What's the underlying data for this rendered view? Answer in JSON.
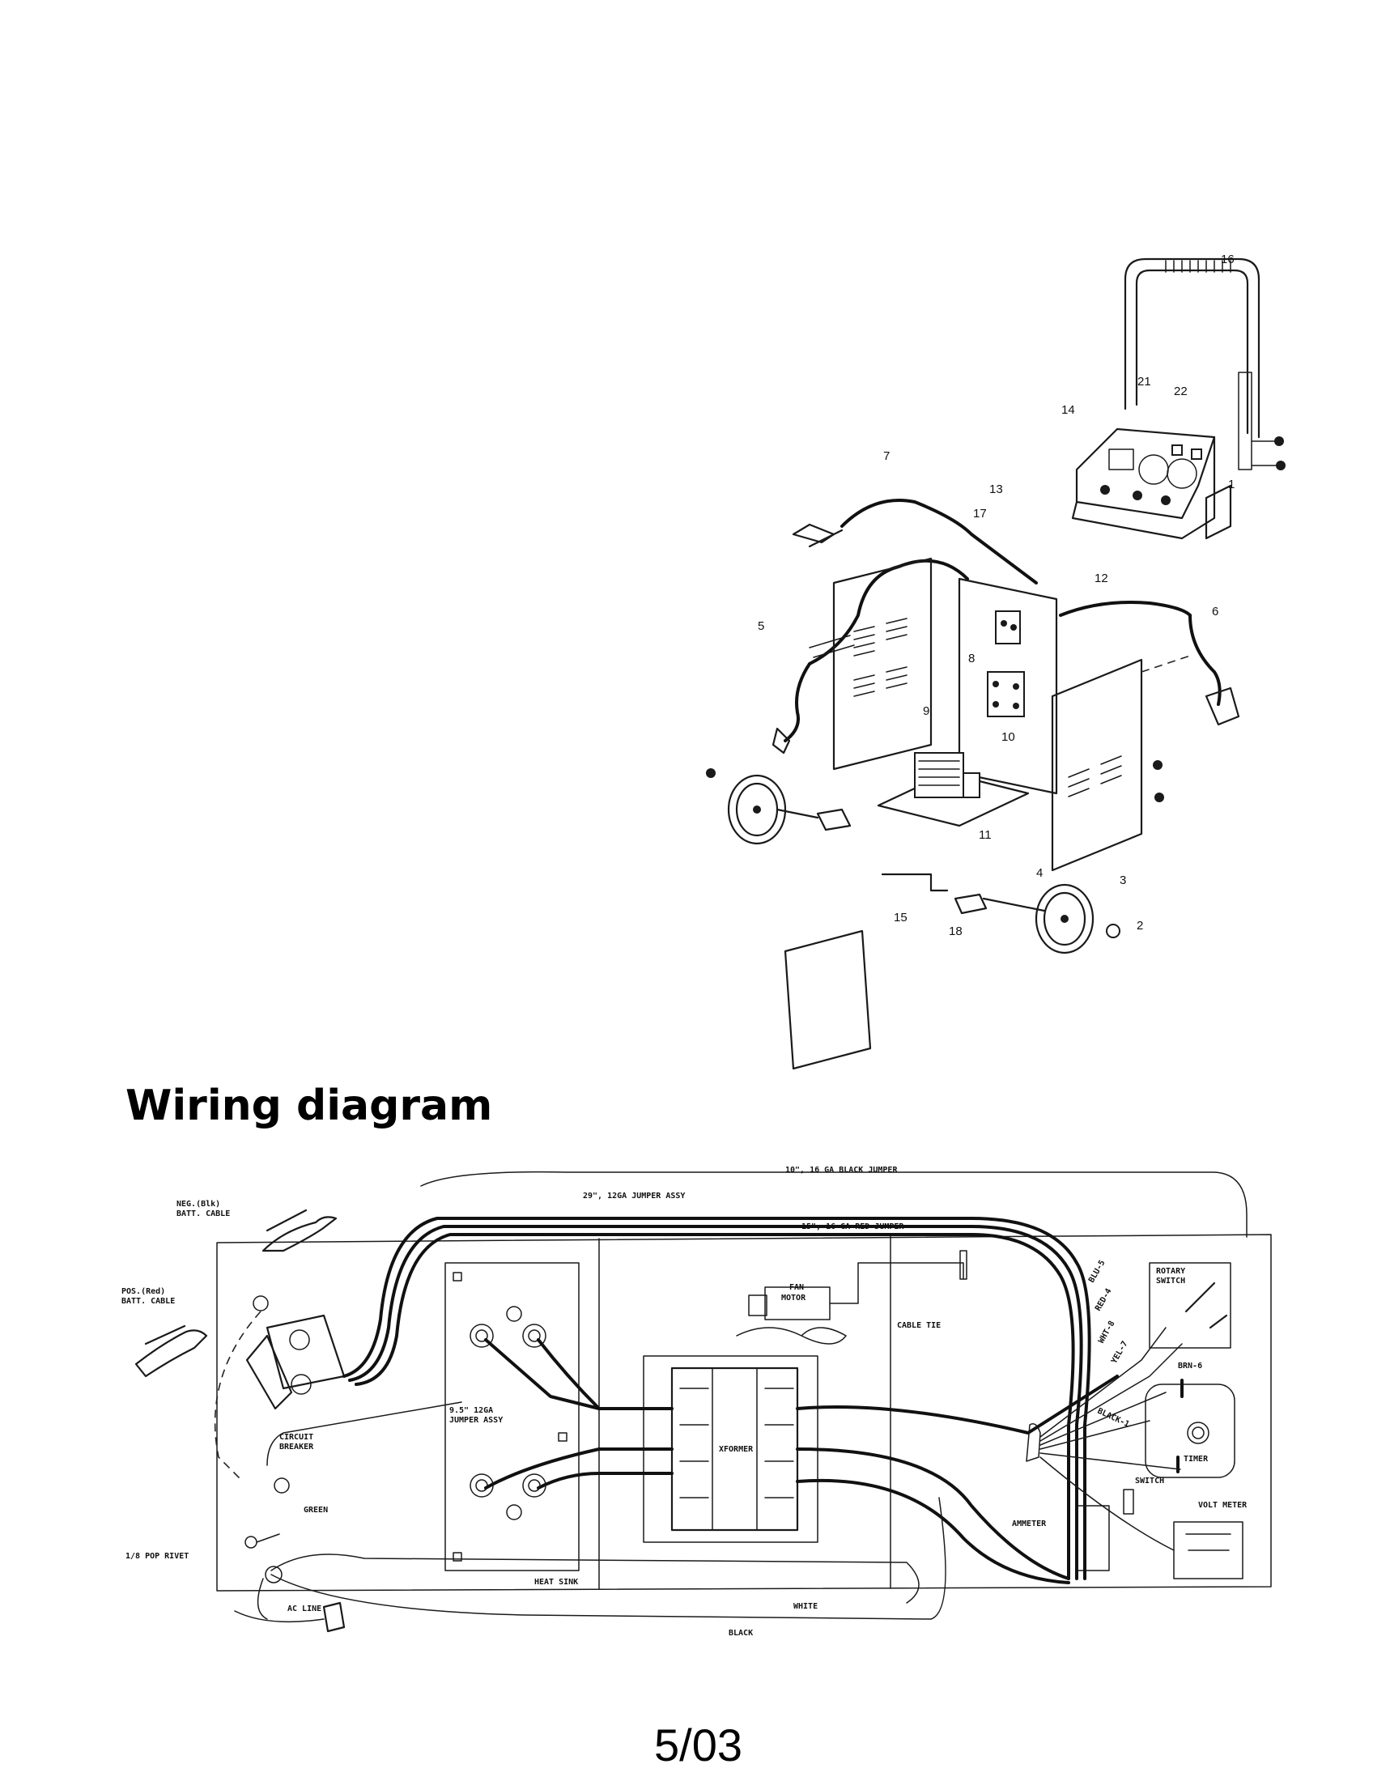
{
  "exploded_view": {
    "callouts": [
      {
        "id": "c1",
        "text": "1"
      },
      {
        "id": "c2",
        "text": "2"
      },
      {
        "id": "c3",
        "text": "3"
      },
      {
        "id": "c4",
        "text": "4"
      },
      {
        "id": "c5",
        "text": "5"
      },
      {
        "id": "c6",
        "text": "6"
      },
      {
        "id": "c7",
        "text": "7"
      },
      {
        "id": "c8",
        "text": "8"
      },
      {
        "id": "c9",
        "text": "9"
      },
      {
        "id": "c10",
        "text": "10"
      },
      {
        "id": "c11",
        "text": "11"
      },
      {
        "id": "c12",
        "text": "12"
      },
      {
        "id": "c13",
        "text": "13"
      },
      {
        "id": "c14",
        "text": "14"
      },
      {
        "id": "c15",
        "text": "15"
      },
      {
        "id": "c16",
        "text": "16"
      },
      {
        "id": "c17",
        "text": "17"
      },
      {
        "id": "c18",
        "text": "18"
      },
      {
        "id": "c21",
        "text": "21"
      },
      {
        "id": "c22",
        "text": "22"
      }
    ]
  },
  "wiring": {
    "heading": "Wiring diagram",
    "labels": {
      "black_jumper_10": "10\", 16 GA BLACK JUMPER",
      "jumper_assy_29": "29\", 12GA JUMPER ASSY",
      "red_jumper_15": "15\", 16 GA RED JUMPER",
      "neg_cable": "NEG.(Blk)",
      "neg_cable_2": "BATT. CABLE",
      "pos_cable": "POS.(Red)",
      "pos_cable_2": "BATT. CABLE",
      "circuit_breaker": "CIRCUIT",
      "circuit_breaker_2": "BREAKER",
      "jumper_assy_95": "9.5\" 12GA",
      "jumper_assy_95_2": "JUMPER ASSY",
      "xformer": "XFORMER",
      "fan_motor": "FAN",
      "fan_motor_2": "MOTOR",
      "cable_tie": "CABLE TIE",
      "rotary_switch": "ROTARY",
      "rotary_switch_2": "SWITCH",
      "blu5": "BLU-5",
      "red4": "RED-4",
      "wht8": "WHT-8",
      "yel7": "YEL-7",
      "brn6": "BRN-6",
      "black1": "BLACK-1",
      "timer": "TIMER",
      "switch": "SWITCH",
      "volt_meter": "VOLT METER",
      "ammeter": "AMMETER",
      "heat_sink": "HEAT SINK",
      "green": "GREEN",
      "pop_rivet": "1/8 POP RIVET",
      "ac_line": "AC LINE",
      "white": "WHITE",
      "black": "BLACK"
    }
  },
  "footer": {
    "page": "5/03"
  }
}
